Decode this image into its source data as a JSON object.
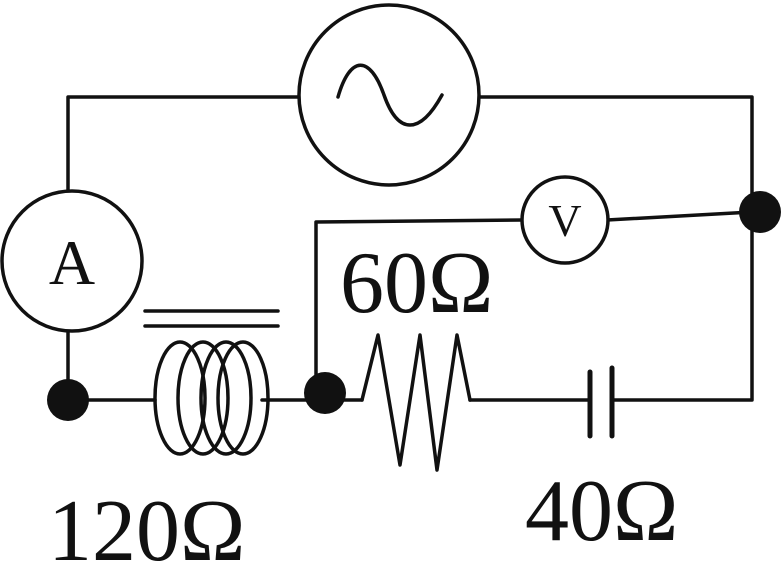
{
  "ammeter": {
    "symbol": "A"
  },
  "voltmeter": {
    "symbol": "V"
  },
  "inductor": {
    "label": "120Ω"
  },
  "resistor": {
    "label": "60Ω"
  },
  "capacitor": {
    "label": "40Ω"
  }
}
